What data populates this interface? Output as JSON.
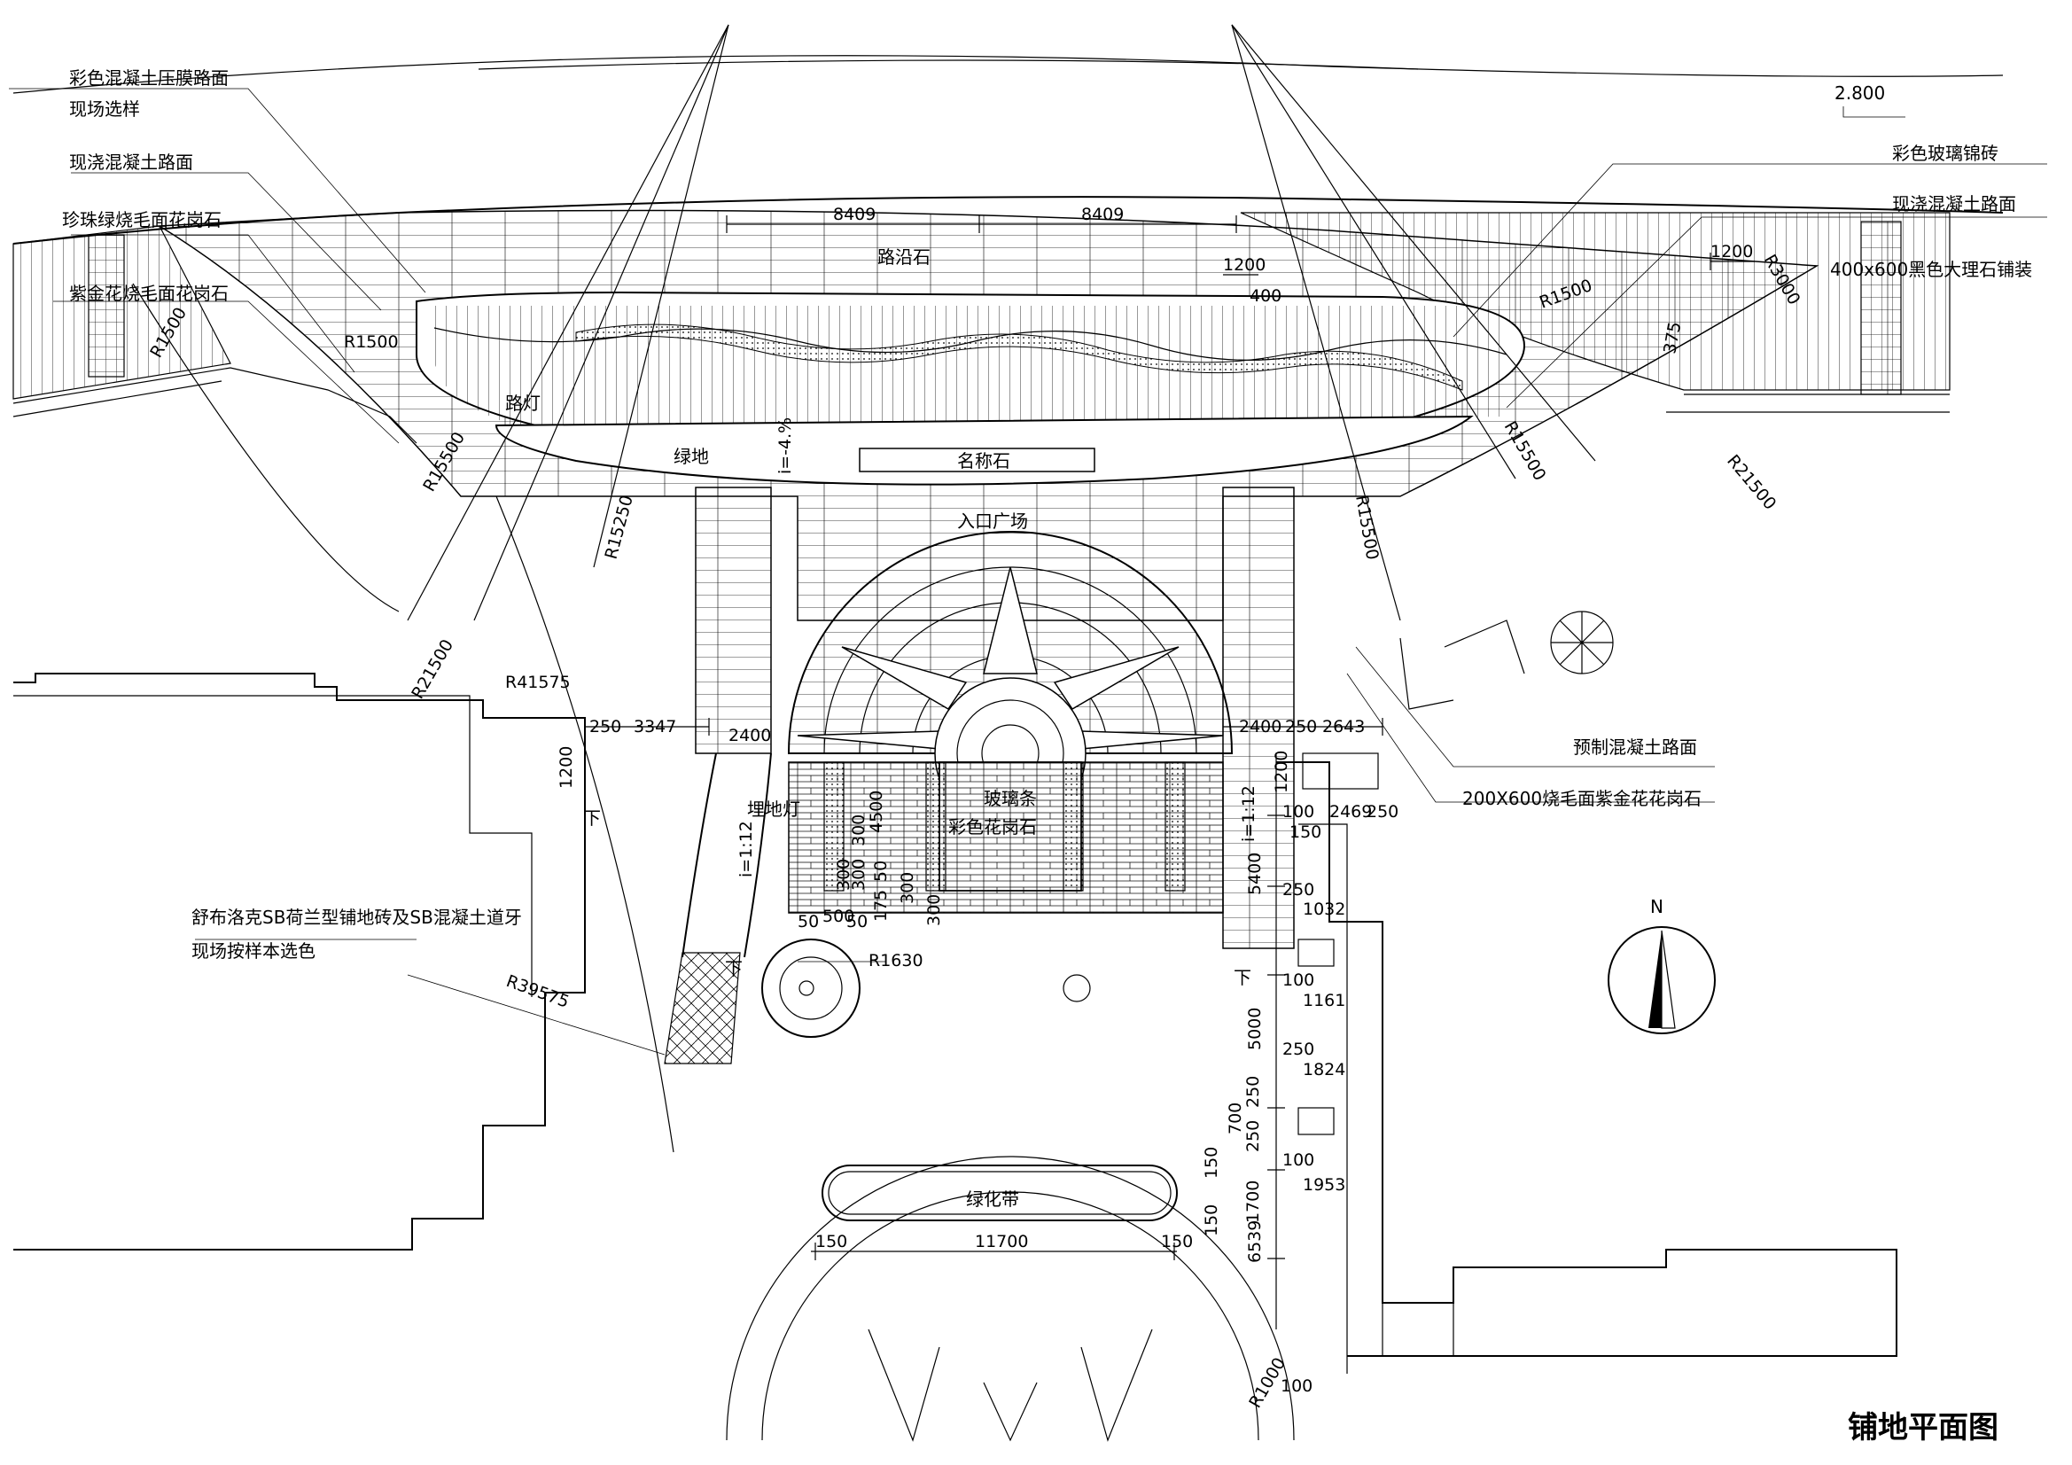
{
  "title": "铺地平面图",
  "elevation": "2.800",
  "north": "N",
  "colors": {
    "line": "#000000",
    "paper": "#ffffff"
  },
  "labels": {
    "color_concrete_stamped": "彩色混凝土压膜路面",
    "site_selection": "现场选样",
    "cast_concrete_left": "现浇混凝土路面",
    "pearl_green_granite": "珍珠绿烧毛面花岗石",
    "purple_gold_granite": "紫金花烧毛面花岗石",
    "curb_stone": "路沿石",
    "glass_mosaic": "彩色玻璃锦砖",
    "cast_concrete_right": "现浇混凝土路面",
    "black_marble": "400x600黑色大理石铺装",
    "green_land": "绿地",
    "name_stone": "名称石",
    "street_lamp": "路灯",
    "entrance_plaza": "入口广场",
    "precast_concrete": "预制混凝土路面",
    "granite_200x600": "200X600烧毛面紫金花花岗石",
    "glass_strip": "玻璃条",
    "color_granite": "彩色花岗石",
    "buried_lamp": "埋地灯",
    "sb_paver_line1": "舒布洛克SB荷兰型铺地砖及SB混凝土道牙",
    "sb_paver_line2": "现场按样本选色",
    "green_belt": "绿化带",
    "down_left": "下",
    "down_center": "下",
    "down_right": "下"
  },
  "dimensions": {
    "d8409a": "8409",
    "d8409b": "8409",
    "d1200top": "1200",
    "d400": "400",
    "d1200r": "1200",
    "d375": "375",
    "r3000": "R3000",
    "r1500r": "R1500",
    "r1500l": "R1500",
    "r1500ll": "R1500",
    "r15500l": "R15500",
    "r15250": "R15250",
    "r15500m": "R15500",
    "r15500r": "R15500",
    "r21500r": "R21500",
    "r21500l": "R21500",
    "r41575": "R41575",
    "slope4": "i=-4.%",
    "d250a": "250",
    "d3347": "3347",
    "d2400l": "2400",
    "d2400r": "2400",
    "d250b": "250",
    "d2643": "2643",
    "d1200l": "1200",
    "d1200m": "1200",
    "slope12l": "i=1:12",
    "slope12r": "i=1:12",
    "d100a": "100",
    "d2469": "2469",
    "d250c": "250",
    "d150a": "150",
    "d5400": "5400",
    "d250d": "250",
    "d1032": "1032",
    "d100b": "100",
    "d1161": "1161",
    "d5000": "5000",
    "d250e": "250",
    "d1824": "1824",
    "d250f": "250",
    "d700": "700",
    "d250g": "250",
    "d100c": "100",
    "d1953": "1953",
    "d1700": "1700",
    "d150b": "150",
    "d150c": "150",
    "d6539": "6539",
    "d4500": "4500",
    "d300a": "300",
    "d300b": "300",
    "d300c": "300",
    "d175": "175",
    "d50a": "50",
    "d300d": "300",
    "d300e": "300",
    "d50b": "50",
    "d500": "500",
    "d50c": "50",
    "r1630": "R1630",
    "r39575": "R39575",
    "d150d": "150",
    "d11700": "11700",
    "d150e": "150",
    "r1000": "R1000",
    "d100d": "100"
  }
}
